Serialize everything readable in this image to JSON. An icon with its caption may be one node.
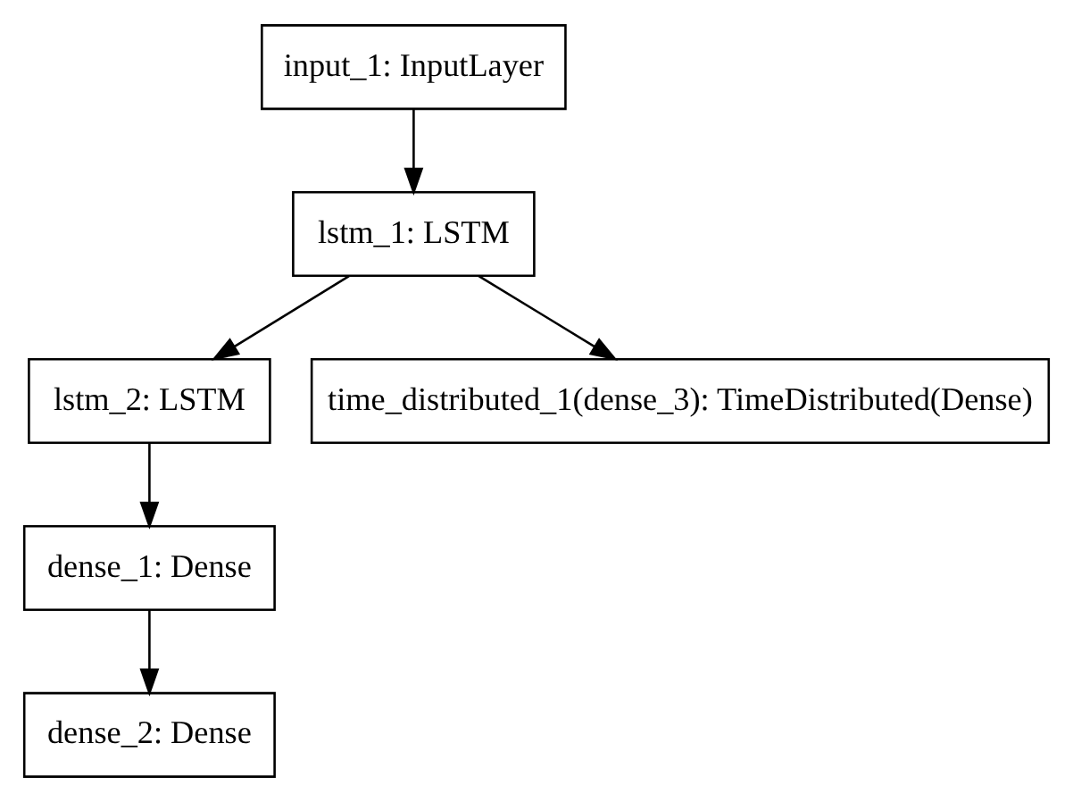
{
  "diagram": {
    "nodes": [
      {
        "text": [
          "input_1: InputLayer"
        ]
      },
      {
        "text": [
          "lstm_1: LSTM"
        ]
      },
      {
        "text": [
          "lstm_2: LSTM"
        ]
      },
      {
        "text": [
          "time_distributed_1(dense_3): TimeDistributed(Dense)"
        ]
      },
      {
        "text": [
          "dense_1: Dense"
        ]
      },
      {
        "text": [
          "dense_2: Dense"
        ]
      }
    ],
    "edges": [
      {
        "from": 0,
        "to": 1,
        "arrow": "to"
      },
      {
        "from": 1,
        "to": 2,
        "arrow": "to"
      },
      {
        "from": 1,
        "to": 3,
        "arrow": "to"
      },
      {
        "from": 2,
        "to": 4,
        "arrow": "to"
      },
      {
        "from": 4,
        "to": 5,
        "arrow": "to"
      }
    ]
  }
}
